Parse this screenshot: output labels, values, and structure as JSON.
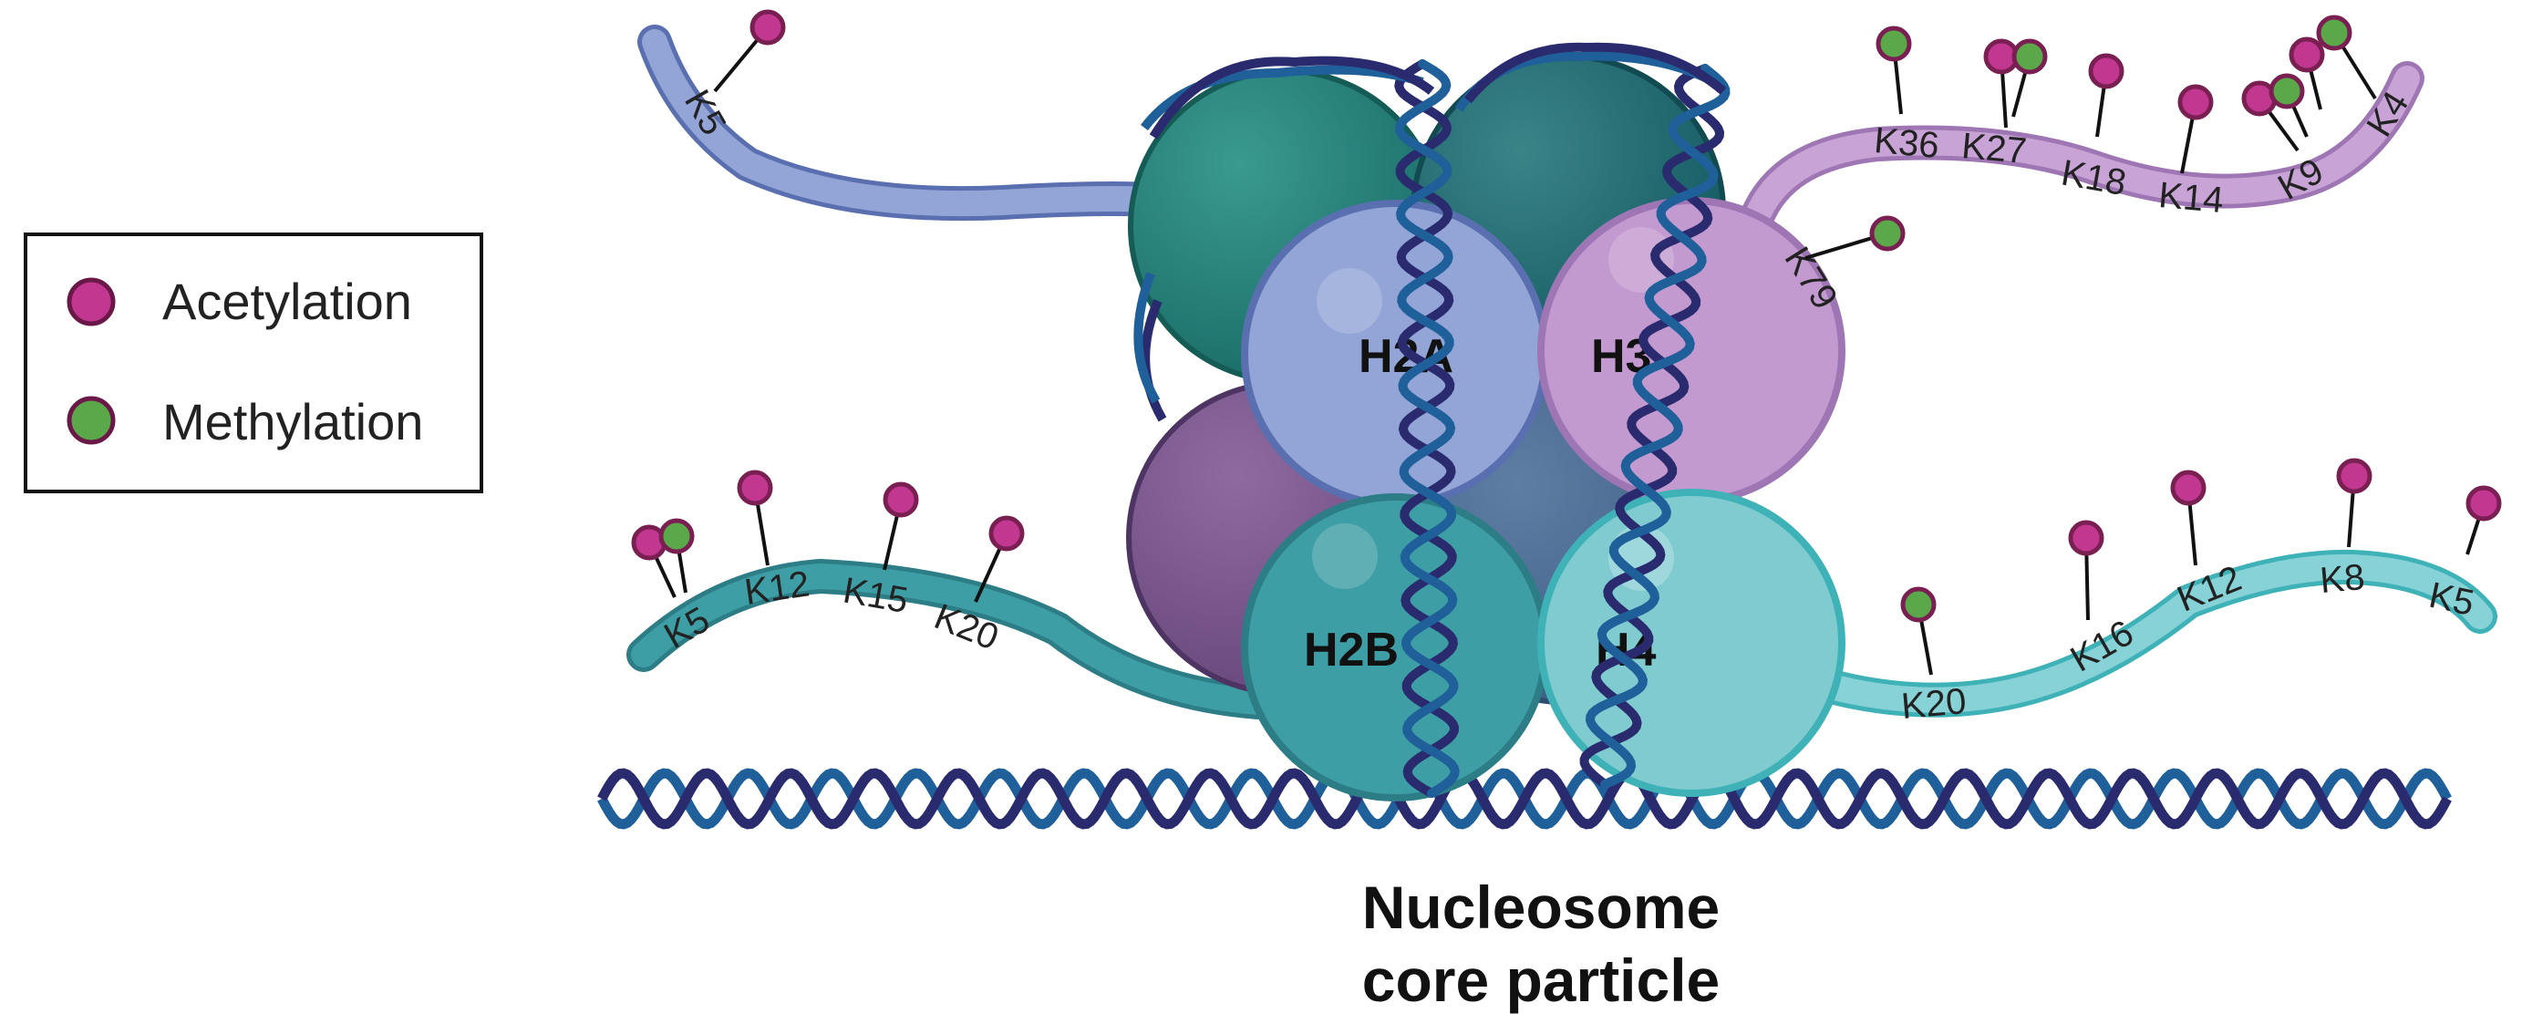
{
  "title": {
    "line1": "Nucleosome",
    "line2": "core particle"
  },
  "legend": {
    "items": [
      {
        "label": "Acetylation",
        "color": "#c2378f"
      },
      {
        "label": "Methylation",
        "color": "#5aa84a"
      }
    ]
  },
  "histones": {
    "h2a": {
      "label": "H2A",
      "color": "#93a5d6"
    },
    "h3": {
      "label": "H3",
      "color": "#c39ad0"
    },
    "h2b": {
      "label": "H2B",
      "color": "#3e9ea5"
    },
    "h4": {
      "label": "H4",
      "color": "#7fcbd0"
    }
  },
  "tails": {
    "h2a": {
      "residues": [
        "K5"
      ]
    },
    "h3": {
      "residues": [
        "K36",
        "K27",
        "K18",
        "K14",
        "K9",
        "K4",
        "K79"
      ]
    },
    "h2b": {
      "residues": [
        "K5",
        "K12",
        "K15",
        "K20"
      ]
    },
    "h4": {
      "residues": [
        "K20",
        "K16",
        "K12",
        "K8",
        "K5"
      ]
    }
  },
  "colors": {
    "acetylation": "#c2378f",
    "methylation": "#5aa84a",
    "dna_dark": "#2a2a6e",
    "dna_light": "#1f5f9a"
  }
}
